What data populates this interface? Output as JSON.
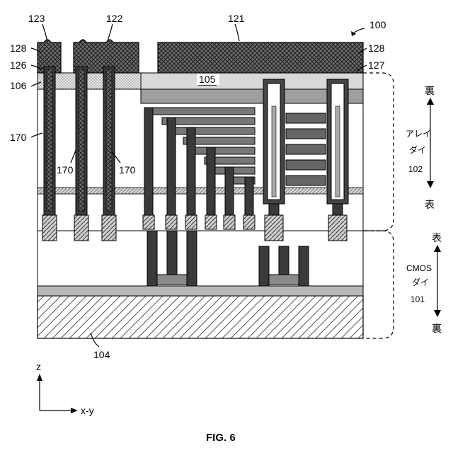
{
  "figure": {
    "title": "FIG. 6",
    "device_ref": "100"
  },
  "refs": {
    "r121": "121",
    "r122": "122",
    "r123": "123",
    "r128a": "128",
    "r128b": "128",
    "r126": "126",
    "r106": "106",
    "r127": "127",
    "r105": "105",
    "r170a": "170",
    "r170b": "170",
    "r170c": "170",
    "r104": "104"
  },
  "side_labels": {
    "array_back": "裏",
    "array_name_1": "アレイ",
    "array_name_2": "ダイ",
    "array_ref": "102",
    "array_front": "表",
    "cmos_front": "表",
    "cmos_name_1": "CMOS",
    "cmos_name_2": "ダイ",
    "cmos_ref": "101",
    "cmos_back": "裏"
  },
  "axes": {
    "z": "z",
    "xy": "x-y"
  }
}
